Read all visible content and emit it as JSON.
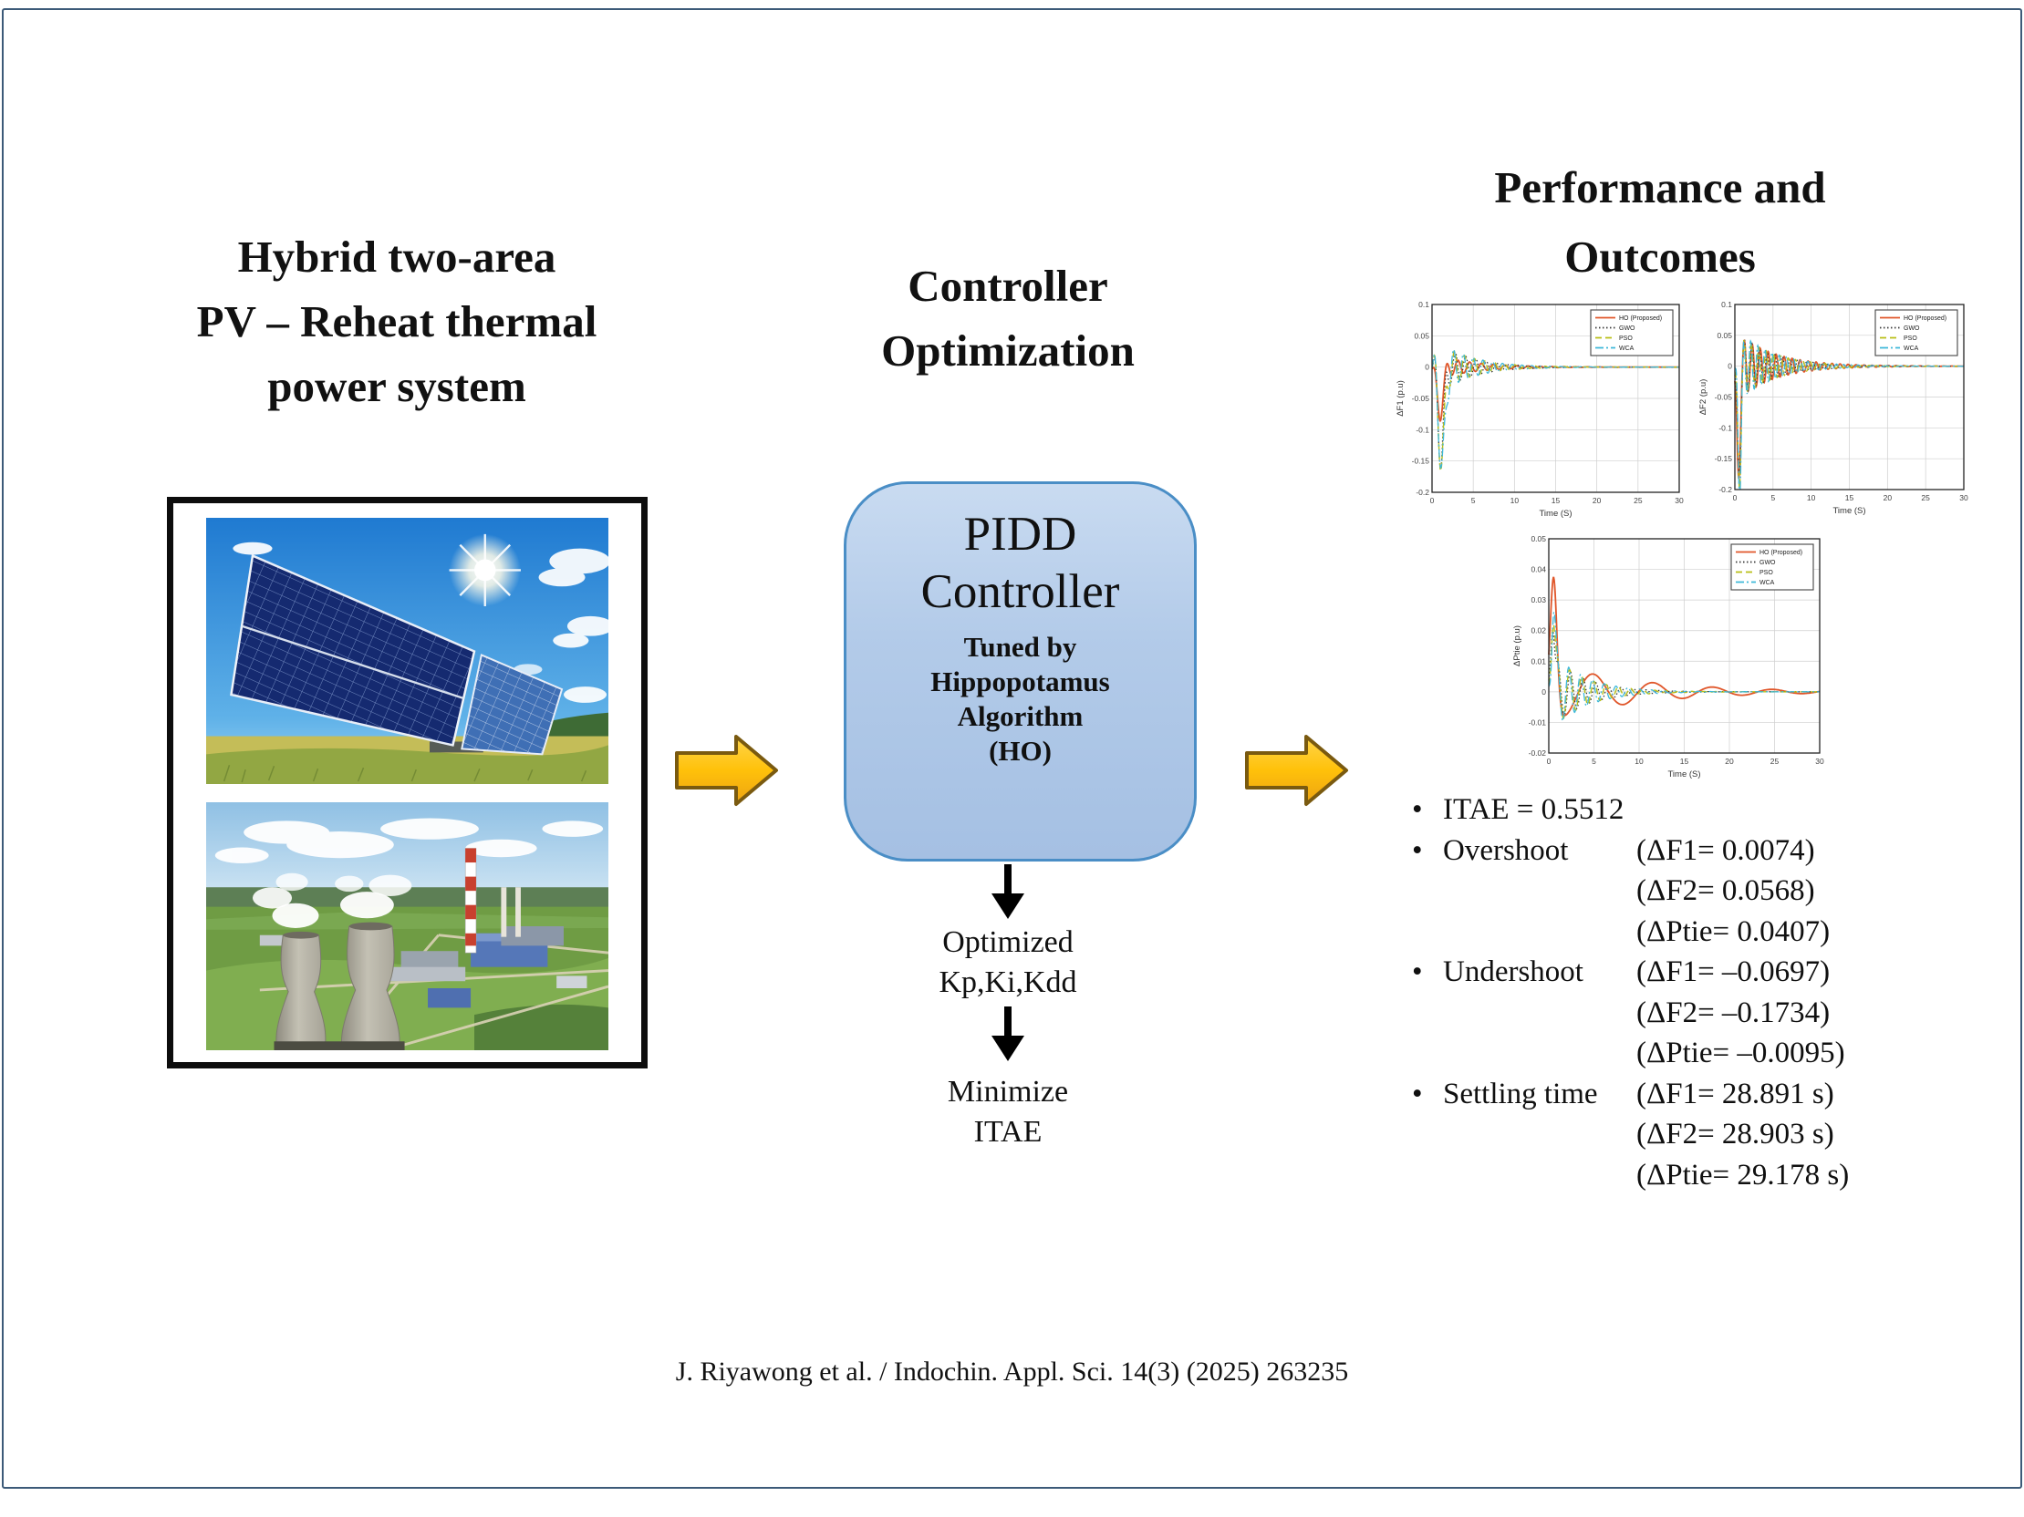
{
  "page": {
    "border_color": "#3c5a78",
    "footer": "J. Riyawong et al. / Indochin. Appl. Sci. 14(3) (2025) 263235"
  },
  "left": {
    "title_lines": [
      "Hybrid two-area",
      "PV – Reheat thermal",
      "power system"
    ],
    "photo_top_alt": "Solar PV array under bright sun",
    "photo_bottom_alt": "Aerial view of reheat thermal power plant with cooling towers"
  },
  "middle": {
    "title_lines": [
      "Controller",
      "Optimization"
    ],
    "box": {
      "title_lines": [
        "PIDD",
        "Controller"
      ],
      "subtitle_lines": [
        "Tuned by",
        "Hippopotamus",
        "Algorithm",
        "(HO)"
      ],
      "fill": "#b3cbe9",
      "border": "#4a8ec6"
    },
    "step1_lines": [
      "Optimized",
      "Kp,Ki,Kdd"
    ],
    "step2_lines": [
      "Minimize",
      "ITAE"
    ]
  },
  "right": {
    "title_lines": [
      "Performance and",
      "Outcomes"
    ],
    "outcomes": {
      "bullet": "•",
      "rows": [
        {
          "label": "ITAE = 0.5512",
          "value": ""
        },
        {
          "label": "Overshoot",
          "value": "(ΔF1= 0.0074)"
        },
        {
          "label": "",
          "value": "(ΔF2= 0.0568)"
        },
        {
          "label": "",
          "value": "(ΔPtie= 0.0407)"
        },
        {
          "label": "Undershoot",
          "value": "(ΔF1= –0.0697)"
        },
        {
          "label": "",
          "value": "(ΔF2= –0.1734)"
        },
        {
          "label": "",
          "value": "(ΔPtie= –0.0095)"
        },
        {
          "label": "Settling time",
          "value": "(ΔF1= 28.891 s)"
        },
        {
          "label": "",
          "value": "(ΔF2= 28.903 s)"
        },
        {
          "label": "",
          "value": "(ΔPtie= 29.178 s)"
        }
      ]
    }
  },
  "arrows": {
    "horizontal_fill_top": "#ffd54a",
    "horizontal_fill_bottom": "#eda313",
    "horizontal_border": "#7a5a10",
    "down_color": "#000000"
  },
  "chart_data": [
    {
      "type": "line",
      "title": "",
      "xlabel": "Time (S)",
      "ylabel": "ΔF1 (p.u)",
      "xlim": [
        0,
        30
      ],
      "xticks": [
        0,
        5,
        10,
        15,
        20,
        25,
        30
      ],
      "ylim": [
        -0.2,
        0.1
      ],
      "yticks": [
        0.1,
        0.05,
        0,
        -0.05,
        -0.1,
        -0.15,
        -0.2
      ],
      "grid": true,
      "legend_position": "top-right",
      "series": [
        {
          "name": "HO (Proposed)",
          "color": "#e0562a",
          "width": 1.8,
          "dash": "",
          "spike": {
            "t0": 1.0,
            "w": 0.55,
            "peak": -0.0697
          },
          "osc": {
            "amp": 0.022,
            "decay": 0.22,
            "omega": 4.4,
            "phase": 0.3
          }
        },
        {
          "name": "GWO",
          "color": "#3a3a3a",
          "width": 1.3,
          "dash": "1.5 2.5",
          "spike": {
            "t0": 1.12,
            "w": 0.5,
            "peak": -0.135
          },
          "osc": {
            "amp": 0.05,
            "decay": 0.26,
            "omega": 5.0,
            "phase": 0
          }
        },
        {
          "name": "PSO",
          "color": "#b9bf17",
          "width": 1.4,
          "dash": "7 4",
          "spike": {
            "t0": 1.18,
            "w": 0.5,
            "peak": -0.15
          },
          "osc": {
            "amp": 0.052,
            "decay": 0.26,
            "omega": 5.15,
            "phase": 0.1
          }
        },
        {
          "name": "WCA",
          "color": "#3db8d9",
          "width": 1.3,
          "dash": "9 3 2 3",
          "spike": {
            "t0": 1.24,
            "w": 0.52,
            "peak": -0.162
          },
          "osc": {
            "amp": 0.056,
            "decay": 0.26,
            "omega": 5.3,
            "phase": 0.2
          }
        }
      ]
    },
    {
      "type": "line",
      "title": "",
      "xlabel": "Time (S)",
      "ylabel": "ΔF2 (p.u)",
      "xlim": [
        0,
        30
      ],
      "xticks": [
        0,
        5,
        10,
        15,
        20,
        25,
        30
      ],
      "ylim": [
        -0.2,
        0.1
      ],
      "yticks": [
        0.1,
        0.05,
        0,
        -0.05,
        -0.1,
        -0.15,
        -0.2
      ],
      "grid": true,
      "legend_position": "top-right",
      "series": [
        {
          "name": "HO (Proposed)",
          "color": "#e0562a",
          "width": 1.8,
          "dash": "",
          "spike": {
            "t0": 0.45,
            "w": 0.32,
            "peak": -0.1734
          },
          "osc": {
            "amp": 0.057,
            "decay": 0.2,
            "omega": 6.0,
            "phase": 0.5
          }
        },
        {
          "name": "GWO",
          "color": "#3a3a3a",
          "width": 1.3,
          "dash": "1.5 2.5",
          "spike": {
            "t0": 0.5,
            "w": 0.32,
            "peak": -0.162
          },
          "osc": {
            "amp": 0.06,
            "decay": 0.22,
            "omega": 6.3,
            "phase": 0
          }
        },
        {
          "name": "PSO",
          "color": "#b9bf17",
          "width": 1.4,
          "dash": "7 4",
          "spike": {
            "t0": 0.55,
            "w": 0.32,
            "peak": -0.169
          },
          "osc": {
            "amp": 0.062,
            "decay": 0.22,
            "omega": 6.5,
            "phase": 0.15
          }
        },
        {
          "name": "WCA",
          "color": "#3db8d9",
          "width": 1.3,
          "dash": "9 3 2 3",
          "spike": {
            "t0": 0.6,
            "w": 0.32,
            "peak": -0.176
          },
          "osc": {
            "amp": 0.065,
            "decay": 0.22,
            "omega": 6.7,
            "phase": 0.3
          }
        }
      ]
    },
    {
      "type": "line",
      "title": "",
      "xlabel": "Time (S)",
      "ylabel": "ΔPtie (p.u)",
      "xlim": [
        0,
        30
      ],
      "xticks": [
        0,
        5,
        10,
        15,
        20,
        25,
        30
      ],
      "ylim": [
        -0.02,
        0.05
      ],
      "yticks": [
        0.05,
        0.04,
        0.03,
        0.02,
        0.01,
        0,
        -0.01,
        -0.02
      ],
      "grid": true,
      "legend_position": "top-right",
      "series": [
        {
          "name": "HO (Proposed)",
          "color": "#e0562a",
          "width": 1.8,
          "dash": "",
          "spike": {
            "t0": 0.55,
            "w": 0.5,
            "peak": 0.0407
          },
          "osc": {
            "amp": 0.0095,
            "decay": 0.1,
            "omega": 0.95,
            "phase": 3.1416
          }
        },
        {
          "name": "GWO",
          "color": "#3a3a3a",
          "width": 1.3,
          "dash": "1.5 2.5",
          "spike": {
            "t0": 0.42,
            "w": 0.3,
            "peak": 0.0265
          },
          "osc": {
            "amp": 0.013,
            "decay": 0.28,
            "omega": 4.5,
            "phase": 3.3
          }
        },
        {
          "name": "PSO",
          "color": "#b9bf17",
          "width": 1.4,
          "dash": "7 4",
          "spike": {
            "t0": 0.46,
            "w": 0.3,
            "peak": 0.027
          },
          "osc": {
            "amp": 0.014,
            "decay": 0.28,
            "omega": 4.65,
            "phase": 3.4
          }
        },
        {
          "name": "WCA",
          "color": "#3db8d9",
          "width": 1.3,
          "dash": "9 3 2 3",
          "spike": {
            "t0": 0.5,
            "w": 0.3,
            "peak": 0.028
          },
          "osc": {
            "amp": 0.015,
            "decay": 0.28,
            "omega": 4.8,
            "phase": 3.5
          }
        }
      ]
    }
  ]
}
